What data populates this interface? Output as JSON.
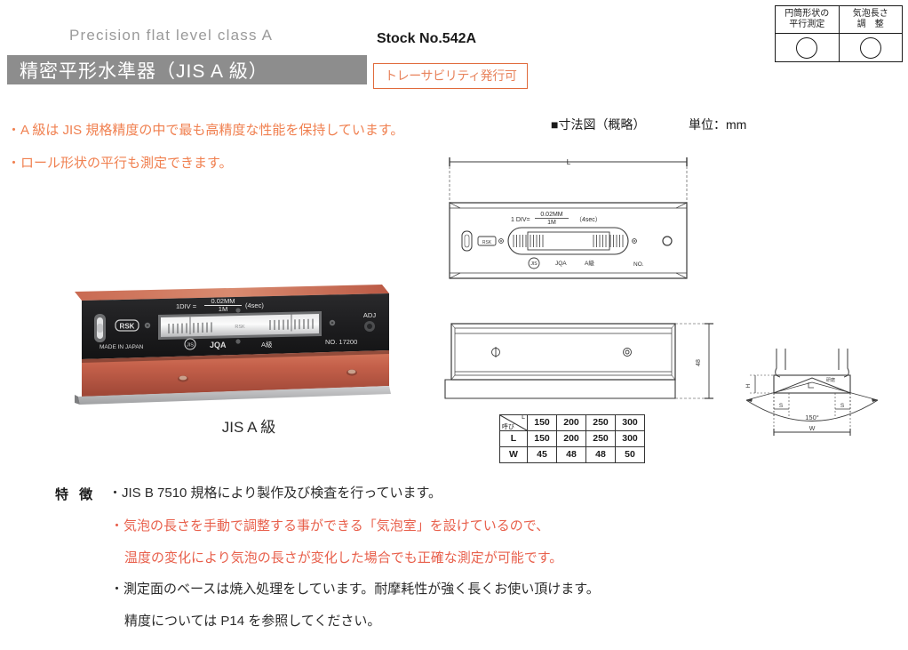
{
  "header": {
    "english_title": "Precision flat level class A",
    "japanese_title": "精密平形水準器（JIS A 級）",
    "stock_no": "Stock No.542A",
    "traceability_badge": "トレーサビリティ発行可",
    "title_bar_color": "#8d8d8d",
    "english_title_color": "#9a9a9a",
    "badge_border_color": "#e06a3b",
    "badge_text_color": "#e8835c"
  },
  "feature_box": {
    "columns": [
      {
        "line1": "円筒形状の",
        "line2": "平行測定",
        "icon": "circle-mark"
      },
      {
        "line1": "気泡長さ",
        "line2": "調　整",
        "icon": "circle-mark"
      }
    ]
  },
  "bullets": {
    "color": "#f08050",
    "items": [
      "・A 級は JIS 規格精度の中で最も高精度な性能を保持しています。",
      "・ロール形状の平行も測定できます。"
    ]
  },
  "dimension_section": {
    "heading": "■寸法図（概略）",
    "unit": "単位：mm"
  },
  "drawing_top": {
    "length_label": "L",
    "graduation_label": "1 DIV=",
    "graduation_numerator": "0.02MM",
    "graduation_denominator": "1M",
    "graduation_sec": "（4sec）",
    "mark_jis": "JIS",
    "mark_jqa": "JQA",
    "mark_class": "A級",
    "mark_no": "NO."
  },
  "drawing_side": {
    "height_label": "48"
  },
  "drawing_vee": {
    "angle_label": "150°",
    "width_label": "W",
    "small_label_left": "S",
    "small_label_right": "S",
    "height_label": "H",
    "note": "研磨"
  },
  "dim_table": {
    "corner_top": "L",
    "corner_bottom": "呼び",
    "header": [
      "150",
      "200",
      "250",
      "300"
    ],
    "rows": [
      {
        "label": "L",
        "values": [
          "150",
          "200",
          "250",
          "300"
        ]
      },
      {
        "label": "W",
        "values": [
          "45",
          "48",
          "48",
          "50"
        ]
      }
    ]
  },
  "photo": {
    "caption": "JIS A 級",
    "brand": "RSK",
    "made_in": "MADE IN JAPAN",
    "grad_label": "1DIV =",
    "grad_numerator": "0.02MM",
    "grad_denominator": "1M",
    "grad_sec": "(4sec)",
    "adj_label": "ADJ",
    "mark_jis": "JIS",
    "mark_jqa": "JQA",
    "mark_class": "A級",
    "serial": "NO. 17200",
    "body_color": "#c4604a",
    "face_color": "#1f1f20"
  },
  "features": {
    "label": "特 徴",
    "line1": "・JIS B 7510 規格により製作及び検査を行っています。",
    "line2": "・気泡の長さを手動で調整する事ができる「気泡室」を設けているので、",
    "line3": "温度の変化により気泡の長さが変化した場合でも正確な測定が可能です。",
    "line4": "・測定面のベースは焼入処理をしています。耐摩耗性が強く長くお使い頂けます。",
    "line5": "精度については P14 を参照してください。",
    "orange_color": "#e8604c"
  }
}
